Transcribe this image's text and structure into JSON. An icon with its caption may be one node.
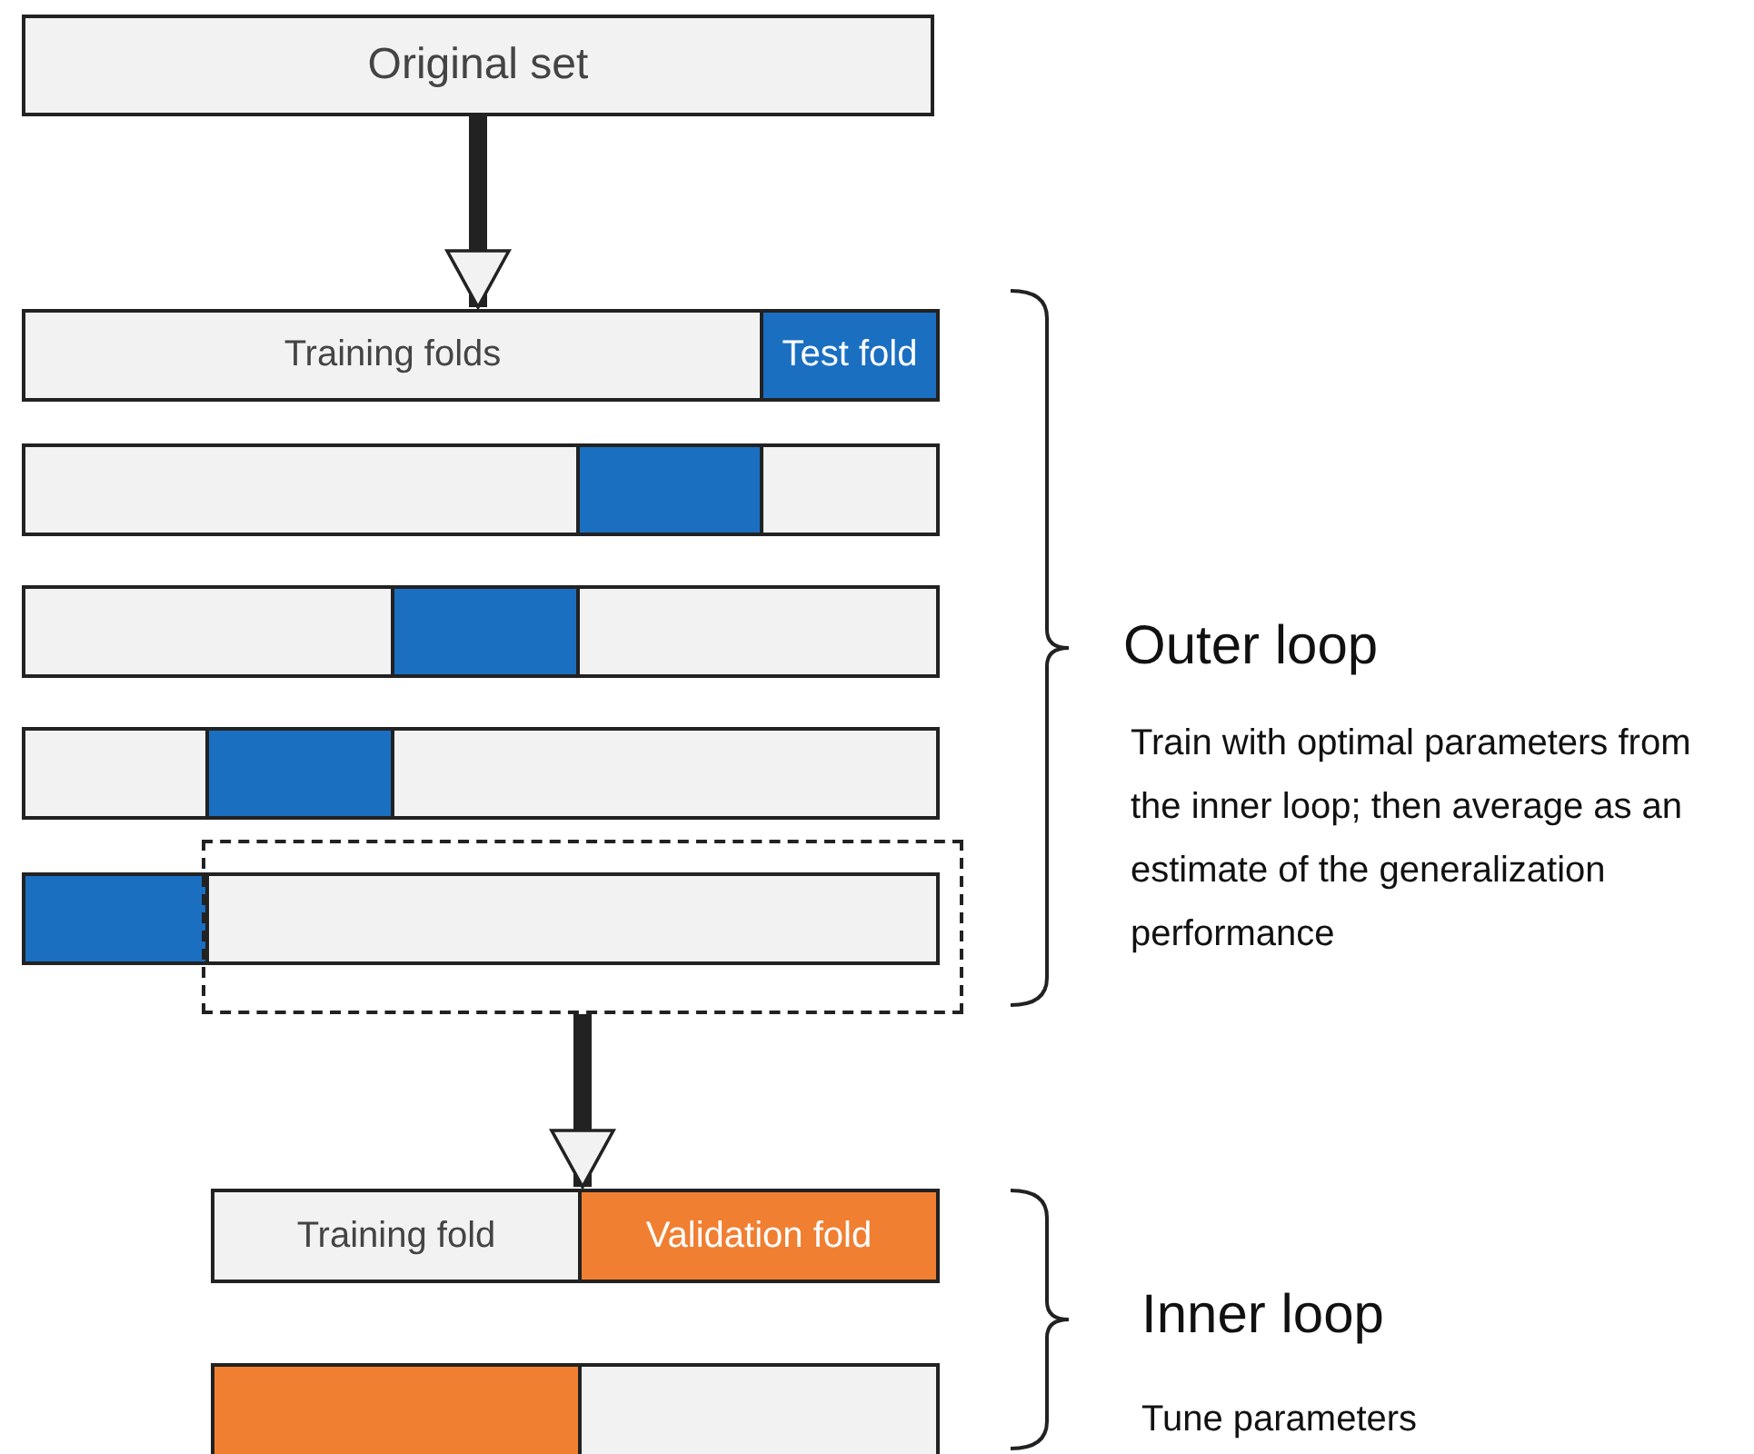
{
  "diagram": {
    "nodes": [
      {
        "text": [
          "Original set"
        ]
      },
      {
        "text": [],
        "shape": "bar"
      },
      {
        "text": [
          "Training folds"
        ],
        "in": 1
      },
      {
        "text": [
          "Test fold"
        ],
        "in": 1
      },
      {
        "text": [],
        "shape": "bar"
      },
      {
        "text": [],
        "shape": "box",
        "in": 4
      },
      {
        "text": [],
        "shape": "box",
        "in": 4
      },
      {
        "text": [],
        "shape": "box",
        "in": 4
      },
      {
        "text": [],
        "shape": "bar"
      },
      {
        "text": [],
        "shape": "box",
        "in": 8
      },
      {
        "text": [],
        "shape": "box",
        "in": 8
      },
      {
        "text": [],
        "shape": "box",
        "in": 8
      },
      {
        "text": [],
        "shape": "bar"
      },
      {
        "text": [],
        "shape": "box",
        "in": 12
      },
      {
        "text": [],
        "shape": "box",
        "in": 12
      },
      {
        "text": [],
        "shape": "box",
        "in": 12
      },
      {
        "text": [],
        "shape": "bar"
      },
      {
        "text": [],
        "shape": "box",
        "in": 16
      },
      {
        "text": [],
        "shape": "box",
        "in": 16
      },
      {
        "text": [],
        "shape": "box"
      },
      {
        "text": [],
        "shape": "bar"
      },
      {
        "text": [
          "Training fold"
        ],
        "in": 20
      },
      {
        "text": [
          "Validation fold"
        ],
        "in": 20
      },
      {
        "text": [],
        "shape": "bar"
      },
      {
        "text": [],
        "shape": "box",
        "in": 23
      },
      {
        "text": [],
        "shape": "box",
        "in": 23
      }
    ],
    "edges": [
      {
        "from": 0,
        "to": 1,
        "arrow": "to"
      },
      {
        "from": 19,
        "to": 20,
        "arrow": "to"
      }
    ],
    "labels": [
      "Outer loop",
      "Train with optimal parameters from the inner loop; then average as an estimate of the generalization performance",
      "Inner loop",
      "Tune parameters"
    ]
  }
}
